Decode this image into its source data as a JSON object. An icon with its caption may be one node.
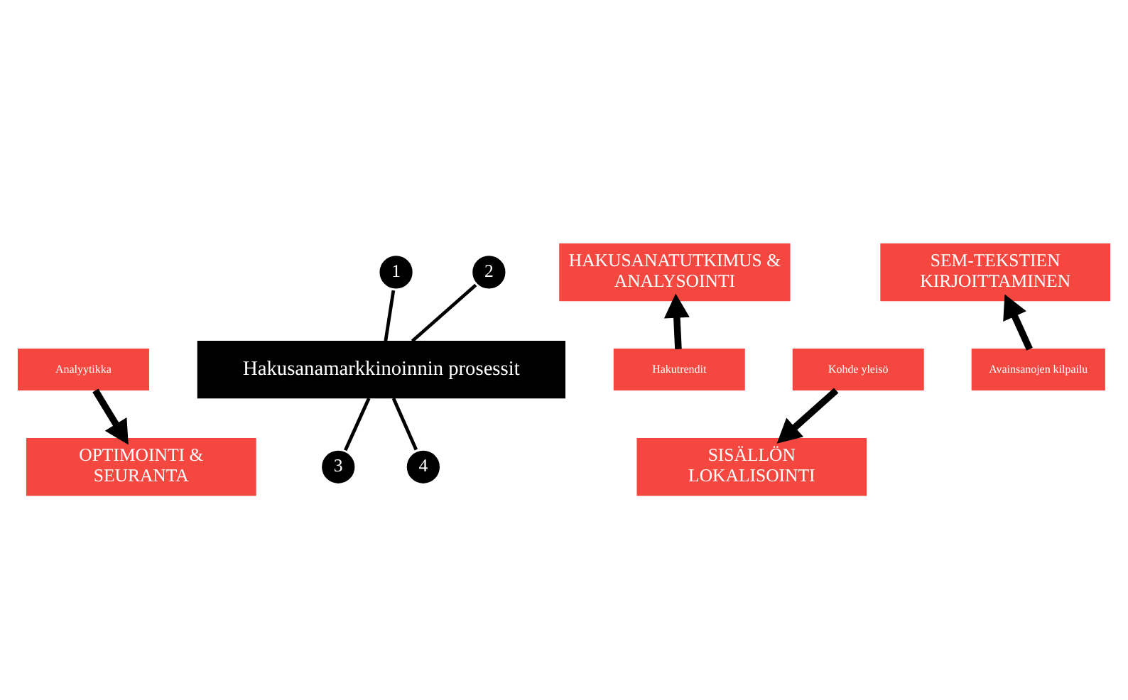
{
  "diagram": {
    "nodes": [
      {
        "text": [
          "HAKUSANATUTKIMUS & ANALYSOINTI"
        ]
      },
      {
        "text": [
          "1"
        ]
      },
      {
        "text": [
          "SEM-TEKSTIEN KIRJOITTAMINEN"
        ]
      },
      {
        "text": [
          "2"
        ]
      },
      {
        "text": [
          "Hakutrendit"
        ]
      },
      {
        "text": [
          "Avainsanojen kilpailu"
        ]
      },
      {
        "text": [
          "Hakusanamarkkinoinnin prosessit"
        ]
      },
      {
        "text": [
          "Analyytikka"
        ]
      },
      {
        "text": [
          "Kohde yleisö"
        ]
      },
      {
        "text": [
          "OPTIMOINTI & SEURANTA"
        ]
      },
      {
        "text": [
          "4"
        ]
      },
      {
        "text": [
          "SISÄLLÖN LOKALISOINTI"
        ]
      },
      {
        "text": [
          "3"
        ]
      }
    ],
    "edges": [
      {
        "from": 4,
        "to": 0,
        "arrow": "to",
        "style": "thick"
      },
      {
        "from": 5,
        "to": 2,
        "arrow": "to",
        "style": "thick"
      },
      {
        "from": 6,
        "to": 1,
        "arrow": "none"
      },
      {
        "from": 6,
        "to": 3,
        "arrow": "none"
      },
      {
        "from": 6,
        "to": 12,
        "arrow": "none"
      },
      {
        "from": 6,
        "to": 10,
        "arrow": "none"
      },
      {
        "from": 7,
        "to": 9,
        "arrow": "to",
        "style": "thick"
      },
      {
        "from": 8,
        "to": 11,
        "arrow": "to",
        "style": "thick"
      }
    ]
  }
}
